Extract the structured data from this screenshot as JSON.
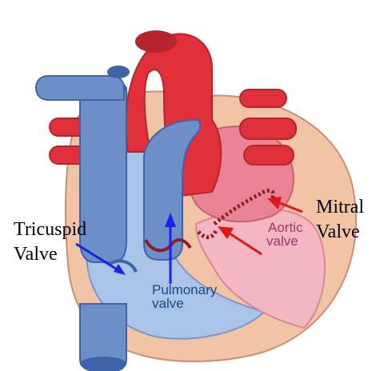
{
  "diagram": {
    "labels": {
      "tricuspid": [
        "Tricuspid",
        "Valve"
      ],
      "mitral": [
        "Mitral",
        "Valve"
      ],
      "aortic": [
        "Aortic",
        "valve"
      ],
      "pulmonary": [
        "Pulmonary",
        "valve"
      ]
    },
    "colors": {
      "vein_blue": "#6d8fc8",
      "vein_dark": "#3f63a8",
      "artery_red": "#e0303a",
      "artery_dark": "#b8242d",
      "chamber_pink": "#e98496",
      "chamber_light": "#f4b6c0",
      "muscle_tan": "#f2c4a6",
      "right_chamber": "#a9c4e8",
      "arrow_blue": "#1f1fe6",
      "arrow_red": "#e01818",
      "valve_dark": "#8a1e2b"
    }
  }
}
